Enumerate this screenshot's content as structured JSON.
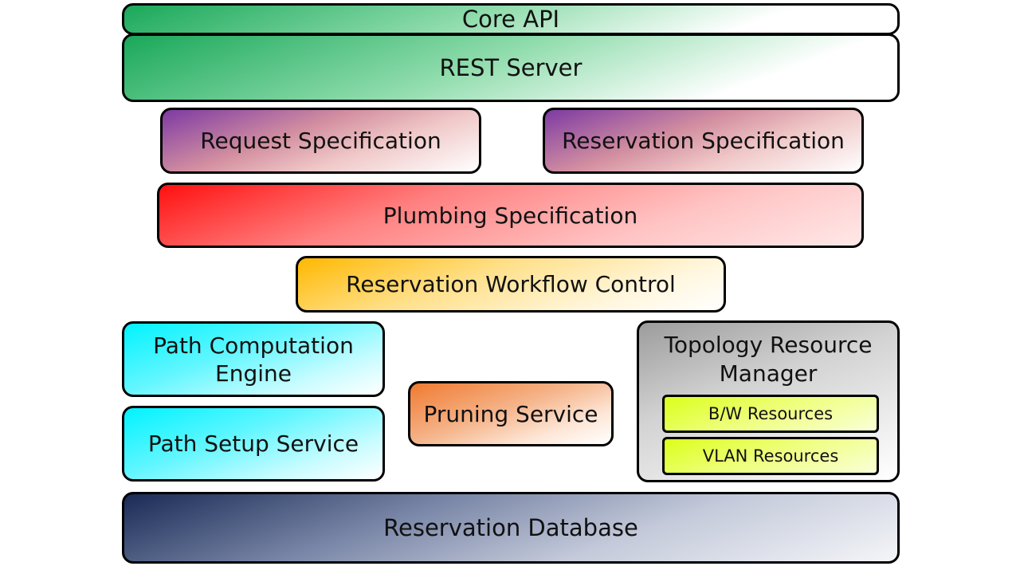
{
  "diagram": {
    "layers": {
      "core_api": "Core API",
      "rest_server": "REST Server",
      "request_spec": "Request Specification",
      "reservation_spec": "Reservation Specification",
      "plumbing_spec": "Plumbing Specification",
      "workflow_control": "Reservation Workflow Control",
      "path_computation_line1": "Path Computation",
      "path_computation_line2": "Engine",
      "path_setup": "Path Setup Service",
      "pruning": "Pruning Service",
      "topology_line1": "Topology Resource",
      "topology_line2": "Manager",
      "bw_resources": "B/W Resources",
      "vlan_resources": "VLAN Resources",
      "database": "Reservation Database"
    },
    "colors": {
      "core": "#1aa85a",
      "spec": "#7d3aa3",
      "plumbing": "#ff1010",
      "workflow": "#ffb800",
      "path": "#00f3ff",
      "pruning": "#f07a30",
      "topology": "#9c9c9c",
      "resources": "#dcff1a",
      "database": "#1a2a55"
    }
  }
}
